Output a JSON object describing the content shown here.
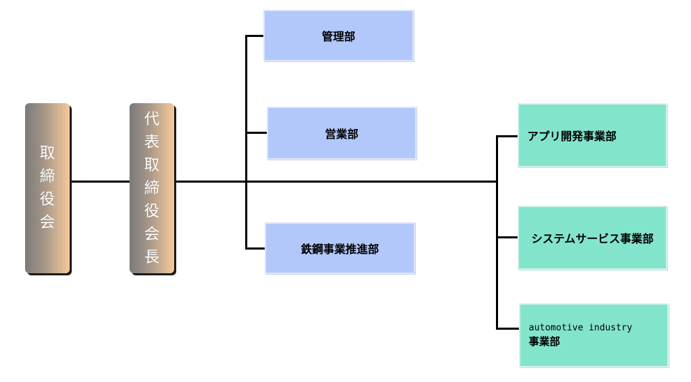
{
  "board": {
    "label": "取締役会",
    "chars": [
      "取",
      "締",
      "役",
      "会"
    ]
  },
  "chairman": {
    "label": "代表取締役会長",
    "chars": [
      "代",
      "表",
      "取",
      "締",
      "役",
      "会",
      "長"
    ]
  },
  "departments": [
    {
      "label": "管理部"
    },
    {
      "label": "営業部"
    },
    {
      "label": "鉄鋼事業推進部"
    }
  ],
  "divisions": [
    {
      "label": "アプリ開発事業部"
    },
    {
      "label": "システムサービス事業部"
    },
    {
      "label_line1": "automotive industry",
      "label_line2": "事業部"
    }
  ],
  "colors": {
    "department_fill": "#b2c8fb",
    "division_fill": "#83e4cc",
    "executive_gradient": [
      "#7a7a7a",
      "#f6c99a"
    ],
    "connector": "#000000"
  }
}
